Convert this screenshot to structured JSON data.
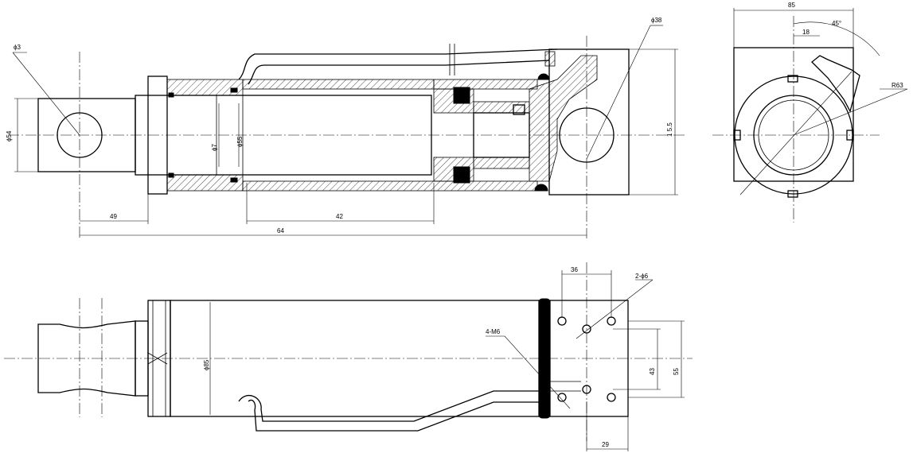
{
  "dimensions": {
    "phi3": "ϕ3",
    "phi38": "ϕ38",
    "phi54": "ϕ54",
    "phi7": "ϕ7",
    "phi55": "ϕ55",
    "d49": "49",
    "d42": "42",
    "d64": "64",
    "d155": "1 5.5",
    "d85": "85",
    "d18": "18",
    "a45": "45°",
    "r63": "R63",
    "d36": "36",
    "holes26": "2-ϕ6",
    "m6": "4-M6",
    "phi85": "ϕ85",
    "d43": "43",
    "d55": "55",
    "d29": "29"
  },
  "colors": {
    "line": "#000000",
    "background": "#ffffff"
  }
}
